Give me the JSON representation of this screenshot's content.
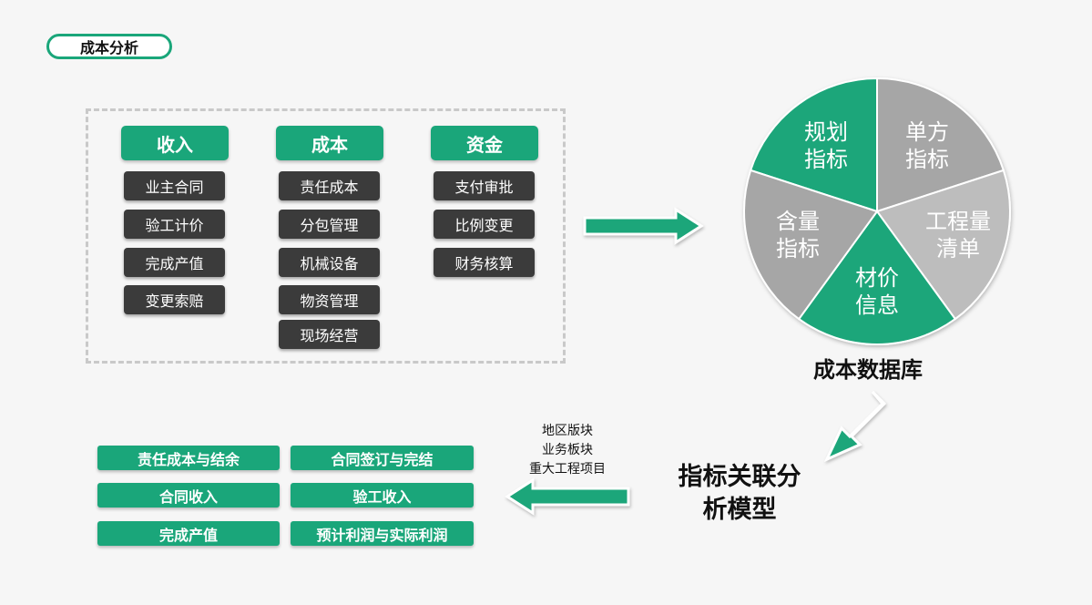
{
  "header": {
    "title": "成本分析"
  },
  "columns": [
    {
      "head": "收入",
      "items": [
        "业主合同",
        "验工计价",
        "完成产值",
        "变更索赔"
      ]
    },
    {
      "head": "成本",
      "items": [
        "责任成本",
        "分包管理",
        "机械设备",
        "物资管理",
        "现场经营"
      ]
    },
    {
      "head": "资金",
      "items": [
        "支付审批",
        "比例变更",
        "财务核算"
      ]
    }
  ],
  "pie": {
    "segments": [
      {
        "line1": "规划",
        "line2": "指标",
        "color": "#1aa67a"
      },
      {
        "line1": "单方",
        "line2": "指标",
        "color": "#a6a6a6"
      },
      {
        "line1": "工程量",
        "line2": "清单",
        "color": "#bdbdbd"
      },
      {
        "line1": "材价",
        "line2": "信息",
        "color": "#1aa67a"
      },
      {
        "line1": "含量",
        "line2": "指标",
        "color": "#a6a6a6"
      }
    ],
    "label": "成本数据库"
  },
  "model": {
    "line1": "指标关联分",
    "line2": "析模型"
  },
  "dimensions": [
    "地区版块",
    "业务板块",
    "重大工程项目"
  ],
  "outputs": [
    "责任成本与结余",
    "合同签订与完结",
    "合同收入",
    "验工收入",
    "完成产值",
    "预计利润与实际利润"
  ],
  "colors": {
    "accent": "#1aa67a",
    "dark": "#3b3b3b",
    "gray": "#a6a6a6",
    "light_gray": "#bdbdbd"
  }
}
